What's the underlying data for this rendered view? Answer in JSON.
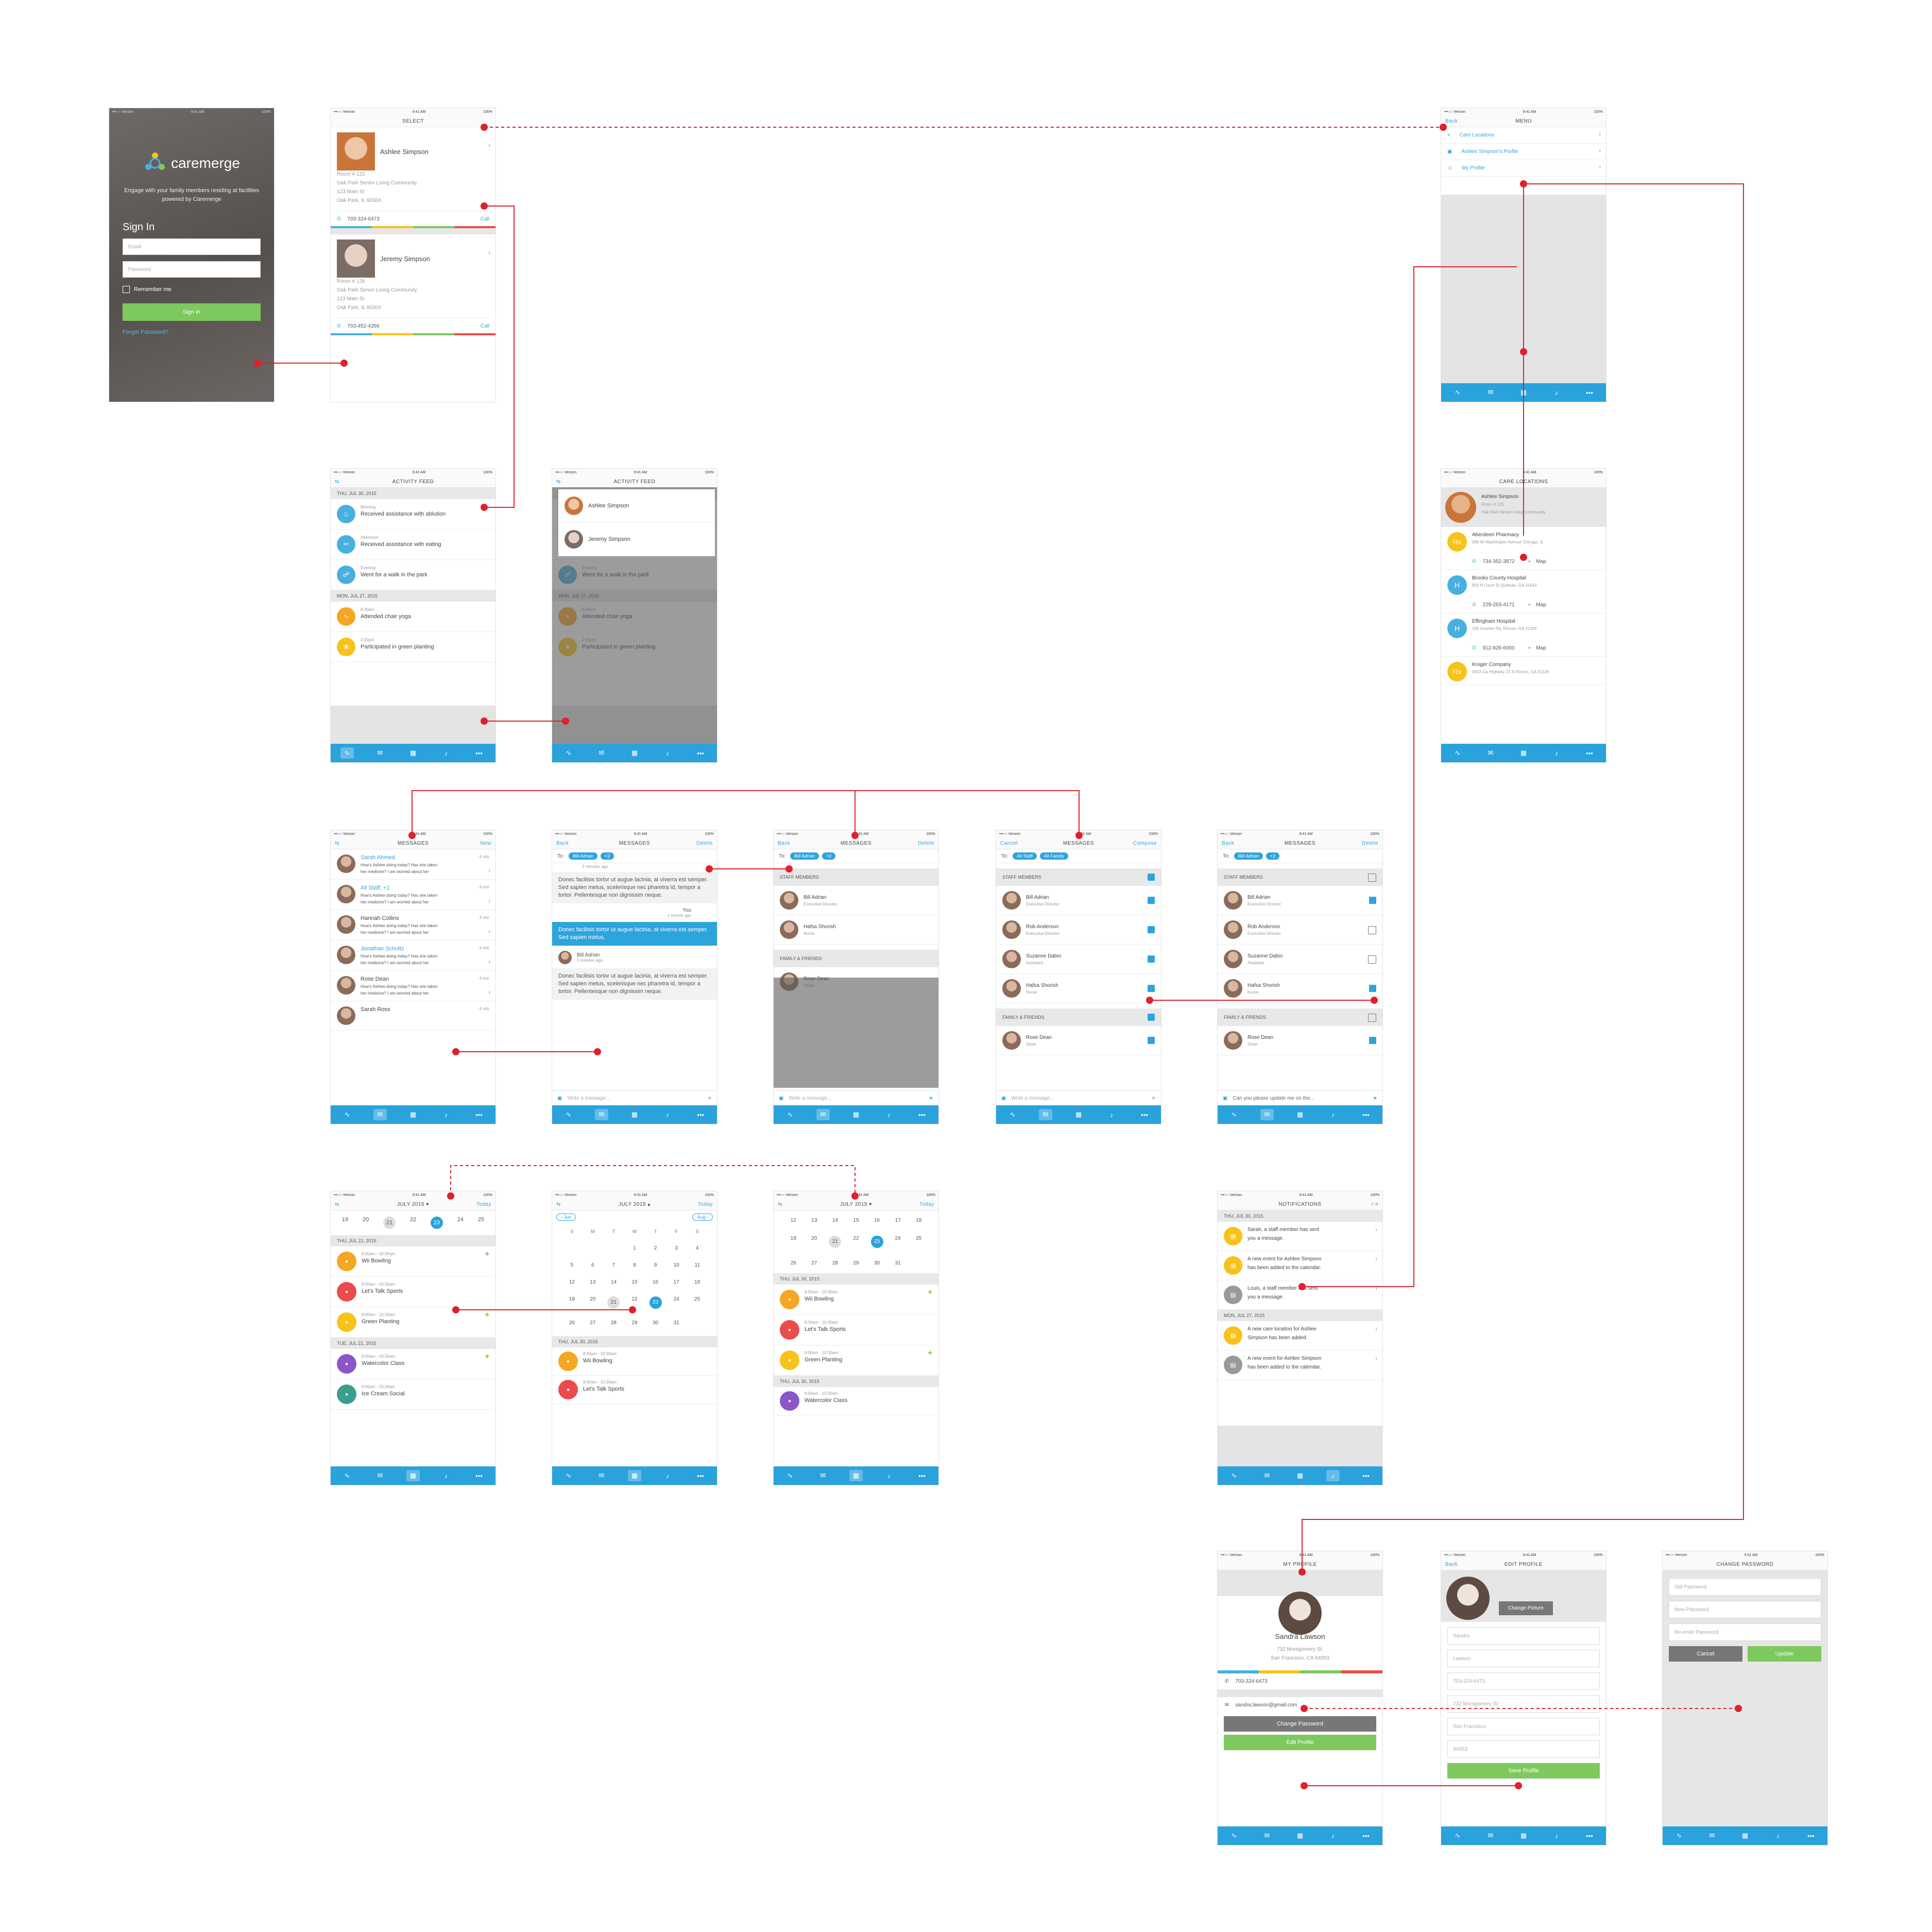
{
  "status": {
    "carrier": "•••○○ Verizon",
    "time": "9:41 AM",
    "battery": "100%"
  },
  "login": {
    "brand": "caremerge",
    "tagline": "Engage with your family members residing at facilities powered by Caremerge",
    "sign_in_title": "Sign In",
    "email_placeholder": "Email",
    "password_placeholder": "Password",
    "remember": "Remember me",
    "sign_in_button": "Sign In",
    "forgot": "Forgot Password?"
  },
  "select": {
    "title": "SELECT",
    "residents": [
      {
        "name": "Ashlee Simpson",
        "room": "Room # 123",
        "facility": "Oak Park Senior Living Community",
        "street": "123 Main St",
        "city": "Oak Park, IL 60304",
        "phone": "703-324-6473",
        "call": "Call"
      },
      {
        "name": "Jeremy Simpson",
        "room": "Room # 126",
        "facility": "Oak Park Senior Living Community",
        "street": "123 Main St",
        "city": "Oak Park, IL 60304",
        "phone": "703-452-4356",
        "call": "Call"
      }
    ]
  },
  "menu": {
    "back": "Back",
    "title": "MENU",
    "items": [
      "Care Locations",
      "Ashlee Simpson's Profile",
      "My Profile"
    ]
  },
  "activity": {
    "title": "ACTIVITY FEED",
    "groups": [
      {
        "date": "THU, JUL 30, 2015",
        "items": [
          {
            "time": "Morning",
            "text": "Received assistance with ablution",
            "color": "#48b0e0",
            "icon": "ablution-icon"
          },
          {
            "time": "Afternoon",
            "text": "Received assistance with eating",
            "color": "#48b0e0",
            "icon": "eating-icon"
          },
          {
            "time": "Evening",
            "text": "Went for a walk in the park",
            "color": "#48b0e0",
            "icon": "walk-icon"
          }
        ]
      },
      {
        "date": "MON, JUL 27, 2015",
        "items": [
          {
            "time": "8:30am",
            "text": "Attended chair yoga",
            "color": "#f5a623",
            "icon": "yoga-icon"
          },
          {
            "time": "2:00pm",
            "text": "Participated in green planting",
            "color": "#f8c21a",
            "icon": "planting-icon"
          }
        ]
      }
    ],
    "picker": [
      "Ashlee Simpson",
      "Jeremy Simpson"
    ]
  },
  "care_locations": {
    "title": "CARE LOCATIONS",
    "resident": {
      "name": "Ashlee Simpson",
      "room": "Room # 123",
      "facility": "Oak Park Senior Living Community"
    },
    "locations": [
      {
        "name": "Aberdeen Pharmacy",
        "address": "560 W Washington Avenue Chicago, IL",
        "phone": "734-352-3872",
        "map": "Map",
        "badge": "Rx",
        "color": "#f8c21a"
      },
      {
        "name": "Brooks County Hospital",
        "address": "903 N Court St Quitman, GA 31643",
        "phone": "229-263-4171",
        "map": "Map",
        "badge": "H",
        "color": "#48b0e0"
      },
      {
        "name": "Effingham Hospital",
        "address": "100 Goshen Rd. Rincon, GA 31326",
        "phone": "912-826-6000",
        "map": "Map",
        "badge": "H",
        "color": "#48b0e0"
      },
      {
        "name": "Kroger Company",
        "address": "5633 Ga Highway 21 S Rincon, GA 31326",
        "phone": "",
        "map": "",
        "badge": "Rx",
        "color": "#f8c21a"
      }
    ]
  },
  "messages_list": {
    "title": "MESSAGES",
    "new": "New",
    "threads": [
      {
        "name": "Sarah Ahmed",
        "time": "4 min",
        "l1": "How's Ashlee doing today? Has she taken",
        "l2": "her medicine? I am worried about her",
        "blue": true
      },
      {
        "name": "All Staff, +1",
        "time": "4 min",
        "l1": "How's Ashlee doing today? Has she taken",
        "l2": "her medicine? I am worried about her",
        "blue": true
      },
      {
        "name": "Hannah Collins",
        "time": "4 min",
        "l1": "How's Ashlee doing today? Has she taken",
        "l2": "her medicine? I am worried about her",
        "blue": false
      },
      {
        "name": "Jonathan Schultz",
        "time": "4 min",
        "l1": "How's Ashlee doing today? Has she taken",
        "l2": "her medicine? I am worried about her",
        "blue": true
      },
      {
        "name": "Rose Dean",
        "time": "4 min",
        "l1": "How's Ashlee doing today? Has she taken",
        "l2": "her medicine? I am worried about her",
        "blue": false
      },
      {
        "name": "Sarah Ross",
        "time": "4 min",
        "l1": "",
        "l2": "",
        "blue": false
      }
    ]
  },
  "thread": {
    "back": "Back",
    "title": "MESSAGES",
    "delete": "Delete",
    "to": "To:",
    "recipient": "Bill Adrian",
    "more": "+2",
    "ago": "2 minutes ago",
    "msg1": "Donec facilisis tortor ut augue lacinia, at viverra est semper. Sed sapien metus, scelerisque nec pharetra id, tempor a tortor. Pellentesque non dignissim neque.",
    "you": "You",
    "you_ago": "1 minute ago",
    "msg2": "Donec facilisis tortor ut augue lacinia, at viverra est semper. Sed sapien metus,",
    "sender": "Bill Adrian",
    "sender_ago": "2 minutes ago",
    "msg3": "Donec facilisis tortor ut augue lacinia, at viverra est semper. Sed sapien metus, scelerisque nec pharetra id, tempor a tortor. Pellentesque non dignissim neque.",
    "placeholder": "Write a message..."
  },
  "recipients": {
    "staff_header": "STAFF MEMBERS",
    "family_header": "FAMILY & FRIENDS",
    "staff": [
      {
        "name": "Bill Adrian",
        "role": "Executive Director"
      },
      {
        "name": "Rob Anderson",
        "role": "Executive Director"
      },
      {
        "name": "Suzanne Dabin",
        "role": "Assistant"
      },
      {
        "name": "Hafsa Shorish",
        "role": "Nurse"
      }
    ],
    "family": [
      {
        "name": "Rose Dean",
        "role": "Sister"
      }
    ],
    "compose": {
      "cancel": "Cancel",
      "title": "MESSAGES",
      "compose": "Compose",
      "to": "To:",
      "all_staff": "All Staff",
      "all_family": "All Family"
    },
    "edit_placeholder": "Can you please update me on the..."
  },
  "calendar": {
    "month": "JULY 2015",
    "today": "Today",
    "prev": "Jun",
    "next": "Aug",
    "week": [
      "19",
      "20",
      "21",
      "22",
      "23",
      "24",
      "25"
    ],
    "weekdays": [
      "S",
      "M",
      "T",
      "W",
      "T",
      "F",
      "S"
    ],
    "days": [
      "",
      "",
      "",
      "1",
      "2",
      "3",
      "4",
      "5",
      "6",
      "7",
      "8",
      "9",
      "10",
      "11",
      "12",
      "13",
      "14",
      "15",
      "16",
      "17",
      "18",
      "19",
      "20",
      "21",
      "22",
      "23",
      "24",
      "25",
      "26",
      "27",
      "28",
      "29",
      "30",
      "31",
      ""
    ],
    "days_compact": [
      "12",
      "13",
      "14",
      "15",
      "16",
      "17",
      "18",
      "19",
      "20",
      "21",
      "22",
      "23",
      "24",
      "25",
      "26",
      "27",
      "28",
      "29",
      "30",
      "31",
      ""
    ],
    "groups": [
      {
        "date": "THU, JUL 21, 2015",
        "events": [
          {
            "time": "8:00am - 10:30am",
            "name": "Wii Bowling",
            "color": "#f5a623"
          },
          {
            "time": "8:00am - 10:30am",
            "name": "Let's Talk Sports",
            "color": "#ec4b4b"
          },
          {
            "time": "8:00am - 10:30am",
            "name": "Green Planting",
            "color": "#f8c21a"
          }
        ]
      },
      {
        "date": "TUE, JUL 21, 2015",
        "events": [
          {
            "time": "8:00am - 10:30am",
            "name": "Watercolor Class",
            "color": "#8b56c9"
          },
          {
            "time": "8:00am - 10:30am",
            "name": "Ice Cream Social",
            "color": "#3a9e8f"
          }
        ]
      }
    ],
    "group_jul30": "THU, JUL 30, 2015",
    "group_jul31": "THU, JUL 30, 2015"
  },
  "notifications": {
    "title": "NOTIFICATIONS",
    "groups": [
      {
        "date": "THU, JUL 30, 2015",
        "items": [
          {
            "l1": "Sarah, a staff member has sent",
            "l2": "you a message.",
            "color": "#f8c21a"
          },
          {
            "l1": "A new event for Ashlee Simpson",
            "l2": "has been added to the calendar.",
            "color": "#f8c21a"
          },
          {
            "l1": "Louis, a staff member has sent",
            "l2": "you a message.",
            "color": "#999999"
          }
        ]
      },
      {
        "date": "MON, JUL 27, 2015",
        "items": [
          {
            "l1": "A new care location for Ashlee",
            "l2": "Simpson has been added.",
            "color": "#f8c21a"
          },
          {
            "l1": "A new event for Ashlee Simpson",
            "l2": "has been added to the calendar.",
            "color": "#999999"
          }
        ]
      }
    ]
  },
  "my_profile": {
    "title": "MY PROFILE",
    "name": "Sandra Lawson",
    "street": "732 Montgomery St.",
    "city": "San Francisco, CA 94053",
    "phone": "703-324-6473",
    "email": "sandra.lawson@gmail.com",
    "change_password": "Change Password",
    "edit": "Edit Profile"
  },
  "edit_profile": {
    "back": "Back",
    "title": "EDIT PROFILE",
    "change_picture": "Change Picture",
    "fields": [
      "Sandra",
      "Lawson",
      "703-324-6473",
      "732 Montgomery St.",
      "San Francisco",
      "94053"
    ],
    "save": "Save Profile"
  },
  "change_password": {
    "title": "CHANGE PASSWORD",
    "fields": [
      "Old Password",
      "New Password",
      "Re-enter Password"
    ],
    "cancel": "Cancel",
    "update": "Update"
  },
  "tabbar_icons": [
    "activity-icon",
    "messages-icon",
    "calendar-icon",
    "notifications-icon",
    "more-icon"
  ],
  "colors": {
    "accent": "#2aa2dc",
    "green": "#7dc95e",
    "connector": "#e0202a"
  }
}
